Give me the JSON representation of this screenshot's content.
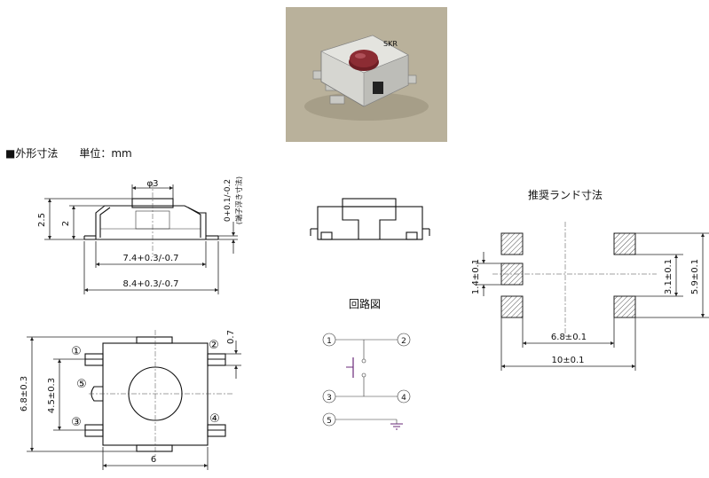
{
  "section_title": "■外形寸法　　単位：mm",
  "land_title": "推奨ランド寸法",
  "circuit_title": "回路図",
  "side_view": {
    "phi_label": "φ3",
    "dim_2_5": "2.5",
    "dim_2": "2",
    "dim_tol": "0+0.1/-0.2",
    "dim_tol_note": "(端子浮き寸法)",
    "dim_74": "7.4+0.3/-0.7",
    "dim_84": "8.4+0.3/-0.7"
  },
  "top_view": {
    "pin1": "①",
    "pin2": "②",
    "pin3": "③",
    "pin4": "④",
    "pin5": "⑤",
    "dim_68": "6.8±0.3",
    "dim_45": "4.5±0.3",
    "dim_07": "0.7",
    "dim_6": "6"
  },
  "circuit": {
    "n1": "1",
    "n2": "2",
    "n3": "3",
    "n4": "4",
    "n5": "5"
  },
  "land": {
    "dim_14": "1.4±0.1",
    "dim_31": "3.1±0.1",
    "dim_59": "5.9±0.1",
    "dim_68": "6.8±0.1",
    "dim_10": "10±0.1"
  },
  "colors": {
    "photo_bg": "#b8b09a",
    "button": "#8a2a30",
    "metal": "#cfcfca",
    "ground": "#6a2a7a"
  }
}
